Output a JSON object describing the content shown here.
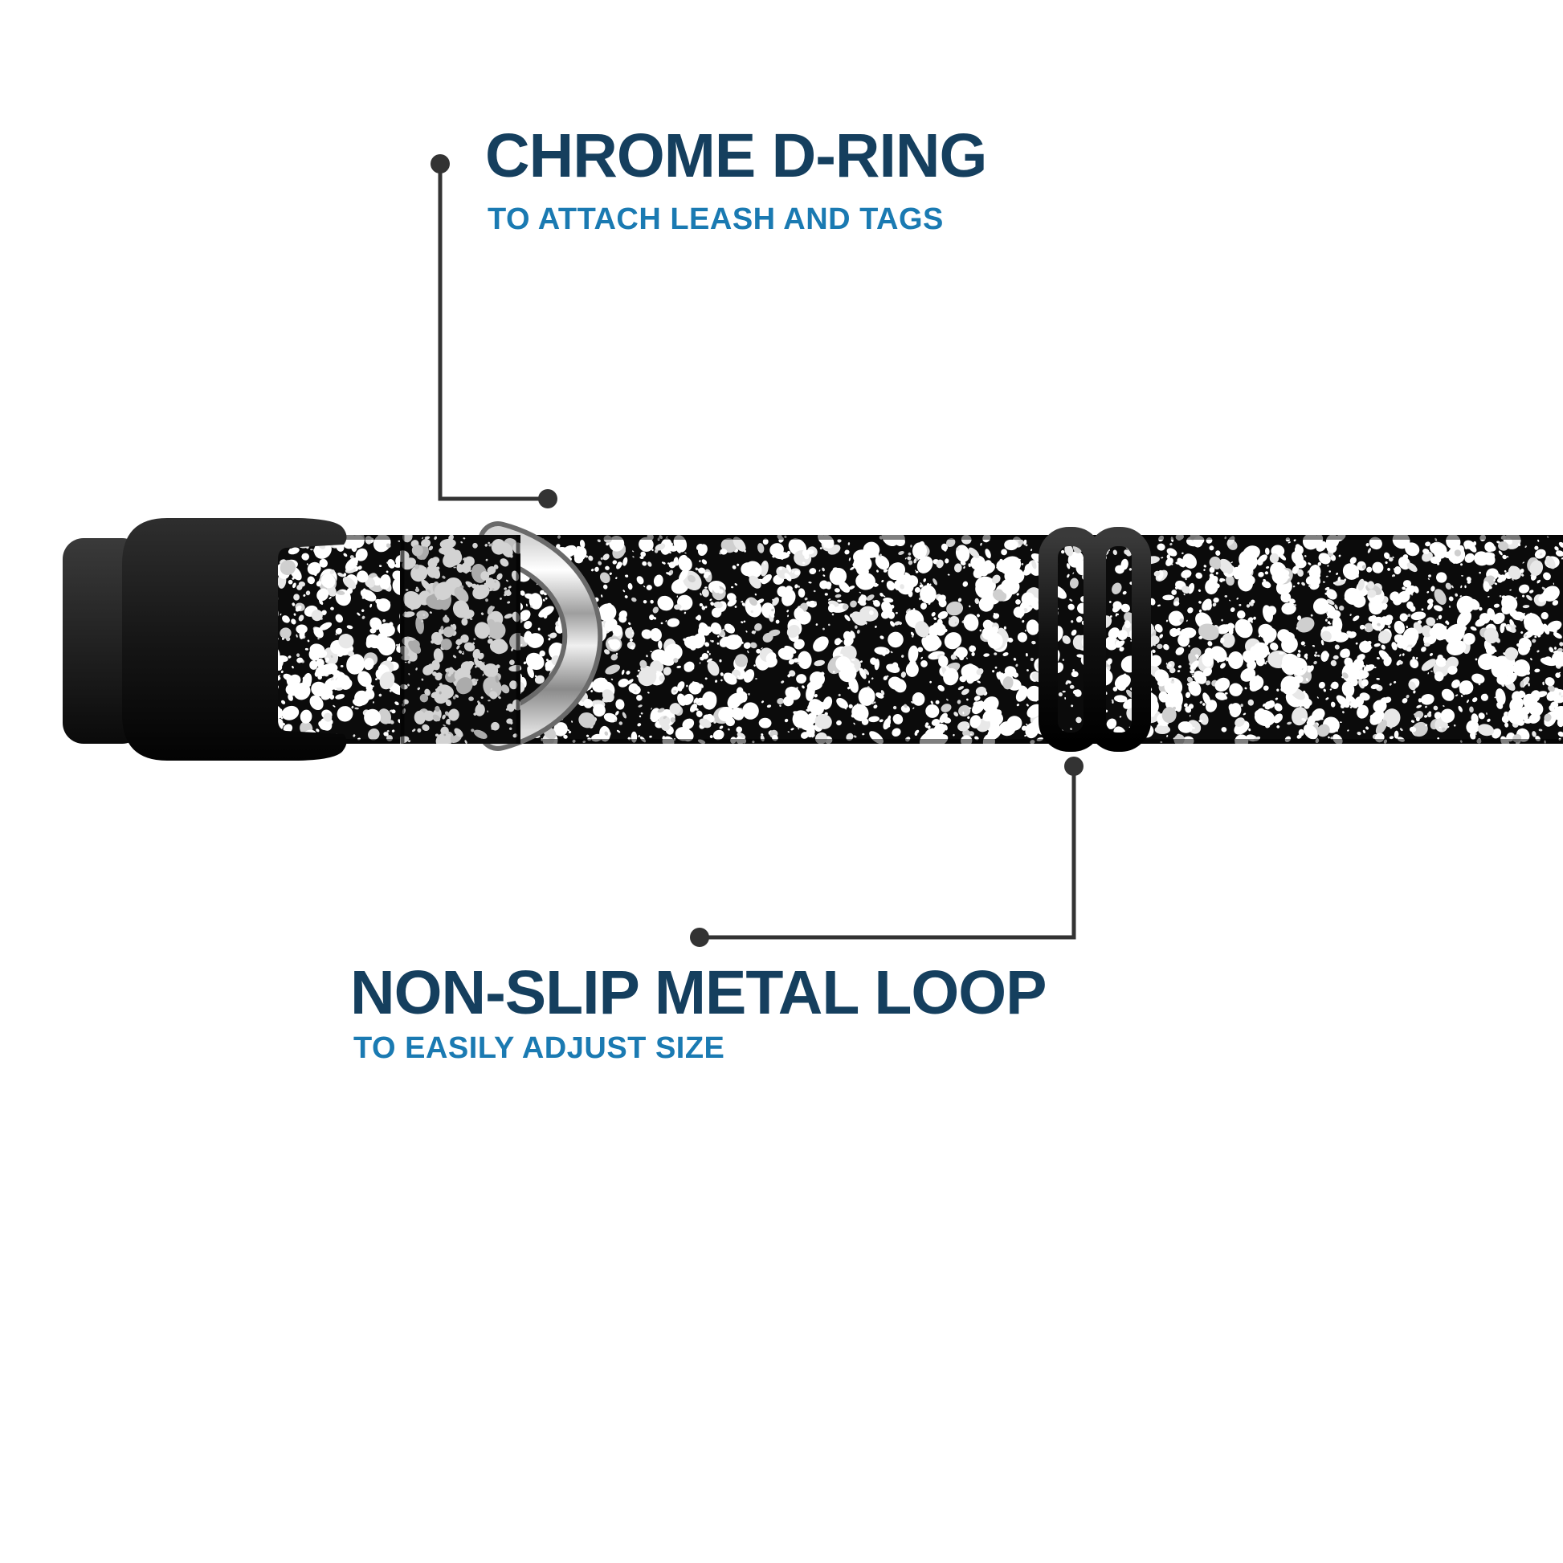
{
  "colors": {
    "background": "#ffffff",
    "title_color": "#153f5e",
    "subtitle_color": "#1a7ab2",
    "callout_line": "#333333",
    "webbing_black": "#0b0b0b",
    "speckle_white": "#ffffff",
    "chrome_silver": "#c9c9c9",
    "hardware_black": "#141414"
  },
  "callouts": [
    {
      "title": "CHROME D-RING",
      "subtitle": "TO ATTACH LEASH AND TAGS"
    },
    {
      "title": "NON-SLIP METAL LOOP",
      "subtitle": "TO EASILY ADJUST SIZE"
    }
  ],
  "product": {
    "parts": [
      "side-release-buckle",
      "speckled-webbing-strap",
      "chrome-d-ring",
      "metal-slider-loop"
    ]
  }
}
